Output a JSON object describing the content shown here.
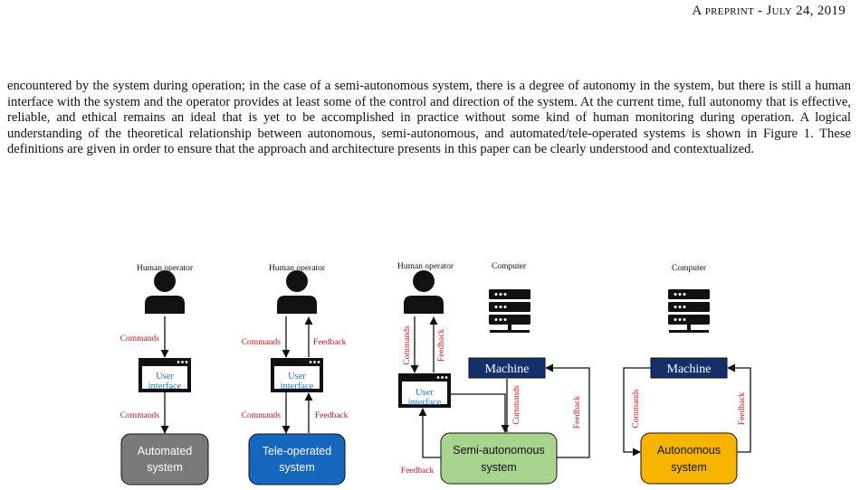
{
  "header": {
    "running_head": "A preprint - July 24, 2019"
  },
  "body": {
    "paragraph": "encountered by the system during operation; in the case of a semi-autonomous system, there is a degree of autonomy in the system, but there is still a human interface with the system and the operator provides at least some of the control and direction of the system. At the current time, full autonomy that is effective, reliable, and ethical remains an ideal that is yet to be accomplished in practice without some kind of human monitoring during operation. A logical understanding of the theoretical relationship between autonomous, semi-autonomous, and automated/tele-operated systems is shown in Figure 1. These definitions are given in order to ensure that the approach and architecture presents in this paper can be clearly understood and contextualized."
  },
  "figure": {
    "labels": {
      "human_operator": "Human operator",
      "computer": "Computer",
      "commands": "Commands",
      "feedback": "Feedback",
      "user_interface_line1": "User",
      "user_interface_line2": "interface",
      "machine": "Machine"
    },
    "systems": {
      "automated": [
        "Automated",
        "system"
      ],
      "teleoperated": [
        "Tele-operated",
        "system"
      ],
      "semiautonomous": [
        "Semi-autonomous",
        "system"
      ],
      "autonomous": [
        "Autonomous",
        "system"
      ]
    },
    "colors": {
      "automated": "#7a7a7a",
      "teleoperated": "#1467bd",
      "semiautonomous": "#a9d48f",
      "autonomous": "#f7b500",
      "machine": "#14306a",
      "label_red": "#c0161c",
      "ui_blue": "#2b74c7"
    },
    "icons": [
      "person-icon",
      "server-icon",
      "window-icon"
    ]
  }
}
